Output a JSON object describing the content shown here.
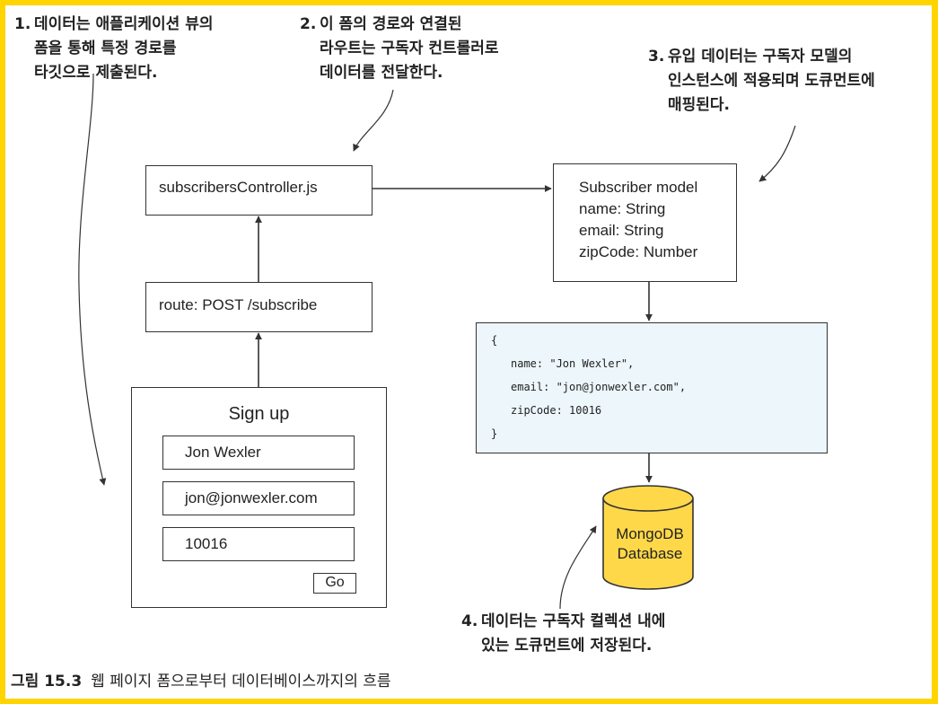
{
  "notes": {
    "note1": {
      "number": "1.",
      "lines": [
        "데이터는 애플리케이션 뷰의",
        "폼을 통해 특정 경로를",
        "타깃으로 제출된다."
      ]
    },
    "note2": {
      "number": "2.",
      "lines": [
        "이 폼의 경로와 연결된",
        "라우트는 구독자 컨트롤러로",
        "데이터를 전달한다."
      ]
    },
    "note3": {
      "number": "3.",
      "lines": [
        "유입 데이터는 구독자 모델의",
        "인스턴스에 적용되며 도큐먼트에",
        "매핑된다."
      ]
    },
    "note4": {
      "number": "4.",
      "lines": [
        "데이터는 구독자 컬렉션 내에",
        "있는 도큐먼트에 저장된다."
      ]
    }
  },
  "controller": {
    "label": "subscribersController.js"
  },
  "route": {
    "label": "route: POST /subscribe"
  },
  "model": {
    "lines": [
      "Subscriber model",
      "name:  String",
      "email:  String",
      "zipCode:  Number"
    ]
  },
  "document": {
    "open": "{",
    "name_line": "name:  \"Jon Wexler\",",
    "email_line": "email:  \"jon@jonwexler.com\",",
    "zip_line": "zipCode: 10016",
    "close": "}"
  },
  "database": {
    "lines": [
      "MongoDB",
      "Database"
    ]
  },
  "form": {
    "title": "Sign up",
    "name_value": "Jon Wexler",
    "email_value": "jon@jonwexler.com",
    "zip_value": "10016",
    "go_label": "Go"
  },
  "caption": {
    "label": "그림 15.3",
    "text": "웹 페이지 폼으로부터 데이터베이스까지의 흐름"
  },
  "colors": {
    "frame": "#ffd400",
    "document_bg": "#ecf6fb",
    "database_fill": "#ffd84a"
  }
}
